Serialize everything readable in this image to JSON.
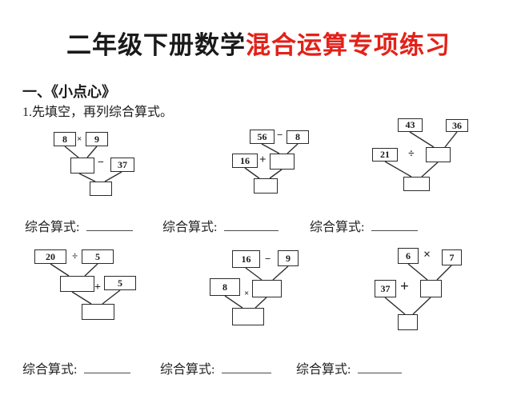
{
  "title": {
    "black_part": "二年级下册数学",
    "red_part": "混合运算专项练习",
    "red_color": "#e32119"
  },
  "section": {
    "number_heading": "一、《小点心》",
    "instruction": "1.先填空，再列综合算式。"
  },
  "expression_label": "综合算式:",
  "diagrams": {
    "d1": {
      "top_left": "8",
      "top_op": "×",
      "top_right": "9",
      "mid_op": "−",
      "mid_right": "37"
    },
    "d2": {
      "top_left": "56",
      "top_op": "−",
      "top_right": "8",
      "mid_left": "16",
      "mid_op": "+"
    },
    "d3": {
      "top_left": "43",
      "top_right": "36",
      "mid_left": "21",
      "mid_op": "÷"
    },
    "d4": {
      "top_left": "20",
      "top_op": "÷",
      "top_right": "5",
      "mid_op": "+",
      "mid_right": "5"
    },
    "d5": {
      "top_left": "16",
      "top_op": "−",
      "top_right": "9",
      "mid_left": "8",
      "mid_op": "×"
    },
    "d6": {
      "top_left": "6",
      "top_op": "×",
      "top_right": "7",
      "mid_left": "37",
      "mid_op": "+"
    }
  }
}
